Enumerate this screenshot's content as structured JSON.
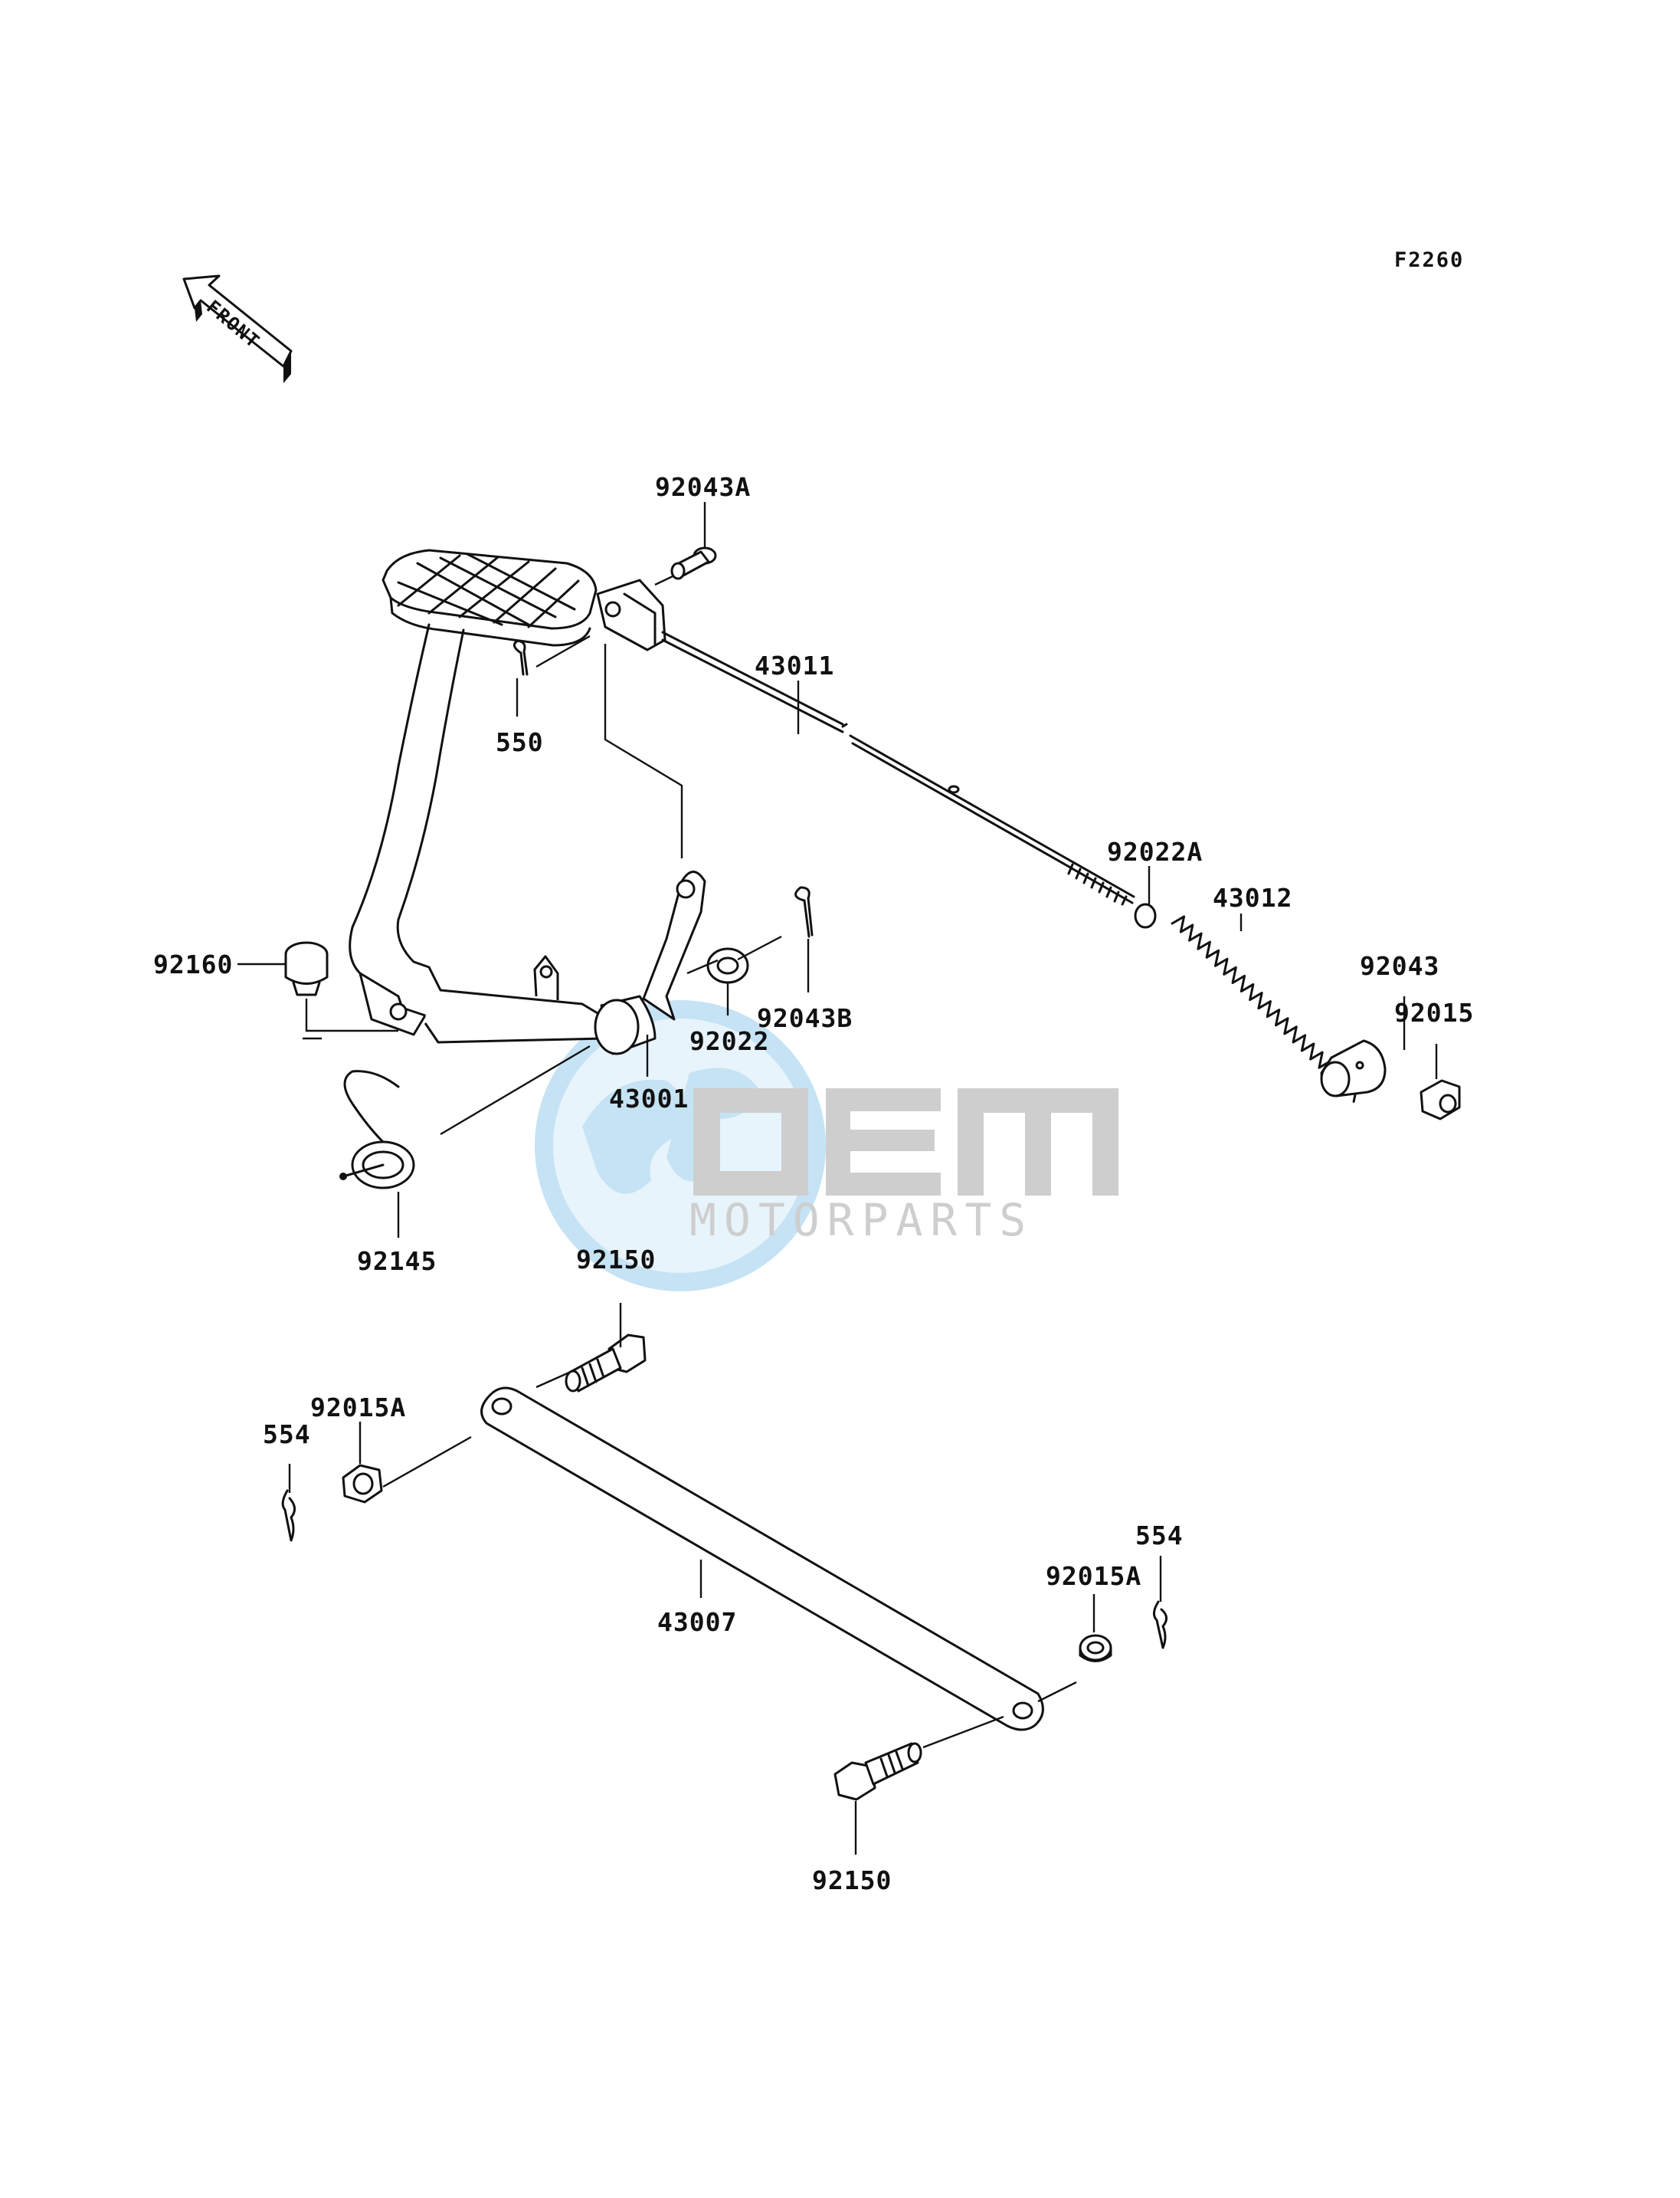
{
  "diagram_code": "F2260",
  "front_marker": "FRONT",
  "watermark": {
    "brand": "OEM",
    "sub": "MOTORPARTS",
    "color": "#c9c9c9",
    "accent": "#bfe0f3"
  },
  "labels": {
    "l_92043A": "92043A",
    "l_43011": "43011",
    "l_550": "550",
    "l_92022A": "92022A",
    "l_43012": "43012",
    "l_92160": "92160",
    "l_92043B": "92043B",
    "l_92022": "92022",
    "l_92043": "92043",
    "l_92015": "92015",
    "l_43001": "43001",
    "l_92145": "92145",
    "l_92150_top": "92150",
    "l_92015A_left": "92015A",
    "l_554_left": "554",
    "l_554_right": "554",
    "l_92015A_right": "92015A",
    "l_43007": "43007",
    "l_92150_bottom": "92150"
  }
}
